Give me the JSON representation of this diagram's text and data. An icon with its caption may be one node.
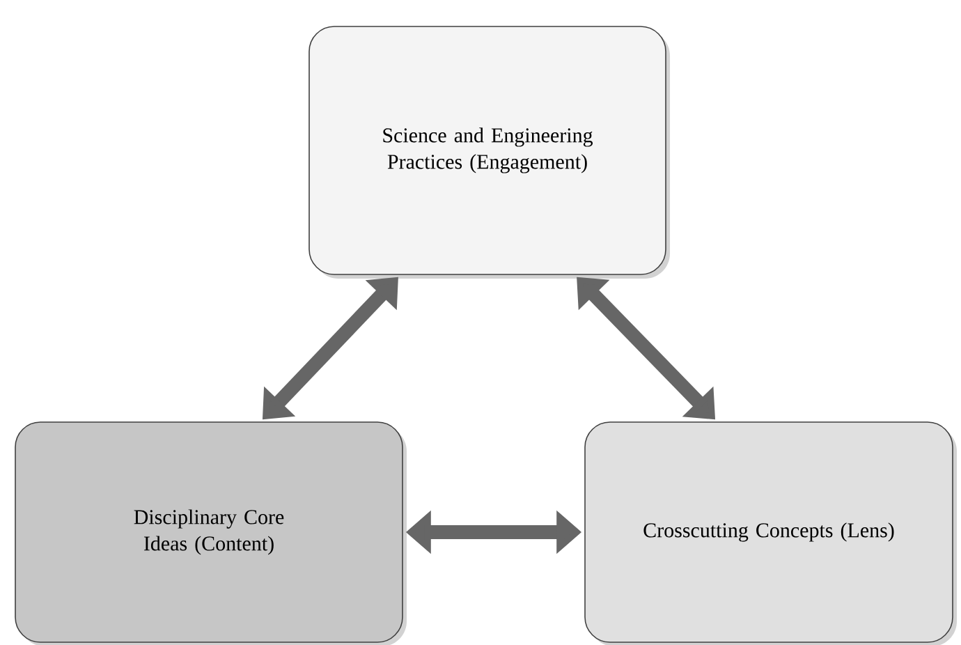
{
  "diagram": {
    "nodes": [
      {
        "text": [
          "Science and Engineering Practices (Engagement)"
        ]
      },
      {
        "text": [
          "Disciplinary Core Ideas (Content)"
        ]
      },
      {
        "text": [
          "Crosscutting Concepts (Lens)"
        ]
      }
    ],
    "edges": [
      {
        "from": 0,
        "to": 1,
        "arrow": "both"
      },
      {
        "from": 0,
        "to": 2,
        "arrow": "both"
      },
      {
        "from": 1,
        "to": 2,
        "arrow": "both"
      }
    ]
  }
}
